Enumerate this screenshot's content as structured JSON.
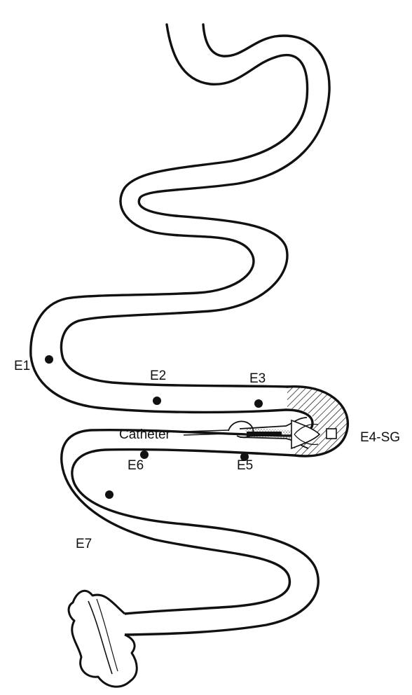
{
  "diagram": {
    "labels": {
      "e1": "E1",
      "e2": "E2",
      "e3": "E3",
      "e4": "E4-SG",
      "e5": "E5",
      "e6": "E6",
      "e7": "E7",
      "catheter": "Catheter"
    },
    "colors": {
      "ink": "#111111",
      "paper": "#ffffff"
    }
  }
}
